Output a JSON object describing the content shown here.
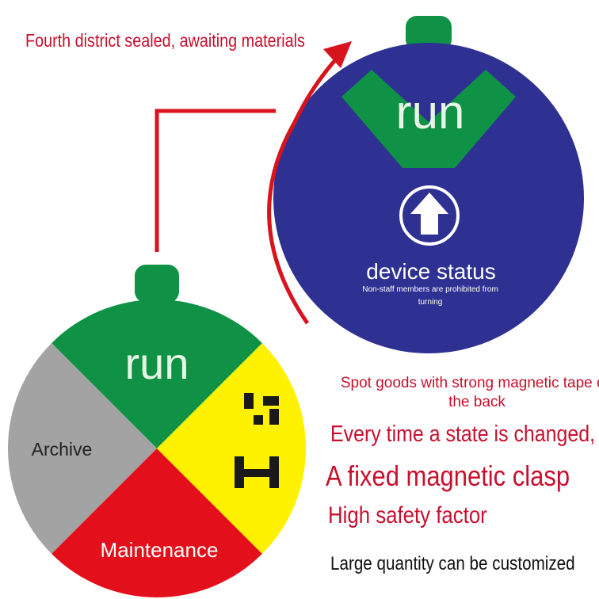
{
  "caption": "Fourth district sealed, awaiting materials",
  "back_sign": {
    "state_label": "run",
    "title": "device status",
    "note": "Non-staff members are prohibited from turning",
    "arrow_icon": "up-arrow-icon"
  },
  "front_sign": {
    "segments": {
      "top": "run",
      "left": "Archive",
      "bottom": "Maintenance"
    }
  },
  "features": [
    "Spot goods with strong magnetic tape on the back",
    "Every time a state is changed,",
    "A fixed magnetic clasp",
    "High safety factor",
    "Large quantity can be customized"
  ],
  "colors": {
    "blue": "#2e3192",
    "green": "#0f9245",
    "red": "#e3101b",
    "yellow": "#fff200",
    "gray": "#a3a3a3",
    "arrow_red": "#d7141e"
  }
}
